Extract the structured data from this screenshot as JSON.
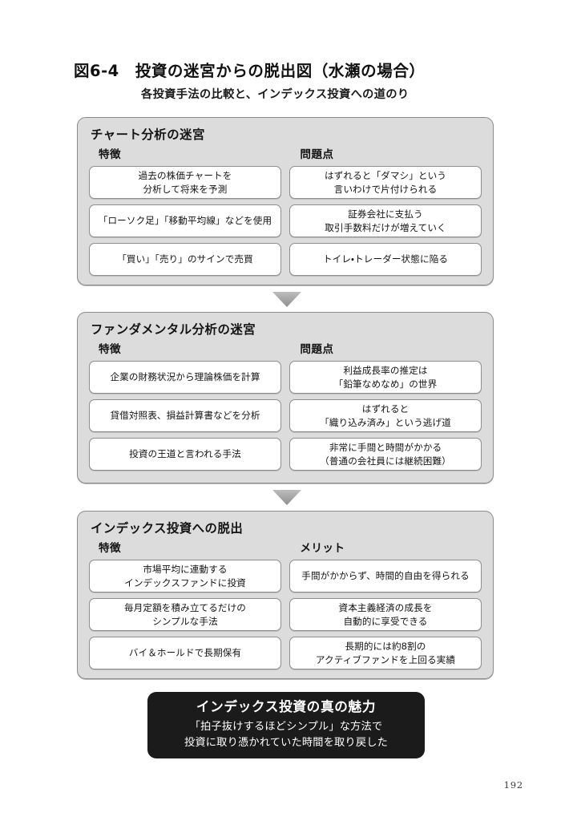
{
  "page": {
    "figure_number": "図6-4",
    "title": "投資の迷宮からの脱出図（水瀬の場合）",
    "subtitle": "各投資手法の比較と、インデックス投資への道のり",
    "page_number": "192",
    "colors": {
      "panel_fill": "#dcdcdc",
      "panel_border": "#8c8c8c",
      "box_fill": "#ffffff",
      "box_border": "#8e8e8e",
      "arrow": "#a3a3a3",
      "conclusion_fill": "#1b1b1b",
      "text": "#141414"
    }
  },
  "sections": [
    {
      "title": "チャート分析の迷宮",
      "left_heading": "特徴",
      "right_heading": "問題点",
      "left_items": [
        "過去の株価チャートを\n分析して将来を予測",
        "「ローソク足」「移動平均線」などを使用",
        "「買い」「売り」のサインで売買"
      ],
      "right_items": [
        "はずれると「ダマシ」という\n言いわけで片付けられる",
        "証券会社に支払う\n取引手数料だけが増えていく",
        "トイレ・トレーダー状態に陥る"
      ]
    },
    {
      "title": "ファンダメンタル分析の迷宮",
      "left_heading": "特徴",
      "right_heading": "問題点",
      "left_items": [
        "企業の財務状況から理論株価を計算",
        "貸借対照表、損益計算書などを分析",
        "投資の王道と言われる手法"
      ],
      "right_items": [
        "利益成長率の推定は\n「鉛筆なめなめ」の世界",
        "はずれると\n「織り込み済み」という逃げ道",
        "非常に手間と時間がかかる\n（普通の会社員には継続困難）"
      ]
    },
    {
      "title": "インデックス投資への脱出",
      "left_heading": "特徴",
      "right_heading": "メリット",
      "left_items": [
        "市場平均に連動する\nインデックスファンドに投資",
        "毎月定額を積み立てるだけの\nシンプルな手法",
        "バイ＆ホールドで長期保有"
      ],
      "right_items": [
        "手間がかからず、時間的自由を得られる",
        "資本主義経済の成長を\n自動的に享受できる",
        "長期的には約8割の\nアクティブファンドを上回る実績"
      ]
    }
  ],
  "arrows": [
    {
      "name": "arrow-chart-to-fundamental",
      "glyph": "down-triangle-icon"
    },
    {
      "name": "arrow-fundamental-to-index",
      "glyph": "down-triangle-icon"
    }
  ],
  "conclusion": {
    "title": "インデックス投資の真の魅力",
    "line1": "「拍子抜けするほどシンプル」な方法で",
    "line2": "投資に取り憑かれていた時間を取り戻した"
  }
}
